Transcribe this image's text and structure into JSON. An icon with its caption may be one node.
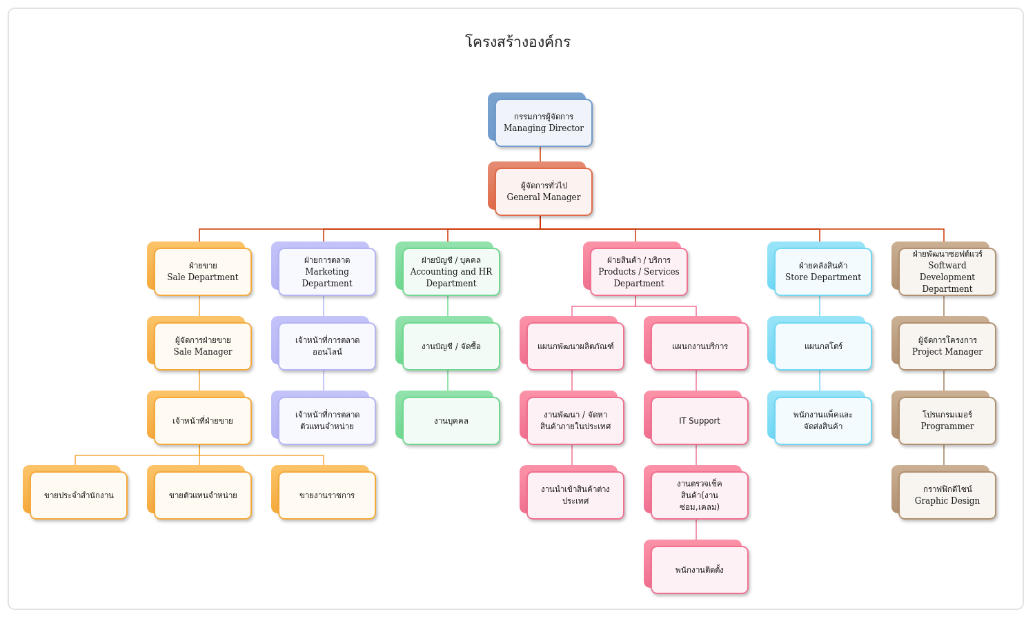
{
  "diagram": {
    "title": "โครงสร้างองค์กร",
    "nodes": [
      {
        "text": [
          "กรรมการผู้จัดการ",
          "Managing Director"
        ]
      },
      {
        "text": [
          "ผู้จัดการทั่วไป",
          "General Manager"
        ]
      },
      {
        "text": [
          "ฝ่ายขาย",
          "Sale Department"
        ]
      },
      {
        "text": [
          "ฝ่ายการตลาด",
          "Marketing Department"
        ]
      },
      {
        "text": [
          "ฝ่ายบัญชี / บุคคล",
          "Accounting and HR Department"
        ]
      },
      {
        "text": [
          "ฝ่ายสินค้า / บริการ",
          "Products / Services Department"
        ]
      },
      {
        "text": [
          "ฝ่ายคลังสินค้า",
          "Store Department"
        ]
      },
      {
        "text": [
          "ฝ่ายพัฒนาซอฟต์แวร์",
          "Softward Development Department"
        ]
      },
      {
        "text": [
          "ผู้จัดการฝ่ายขาย",
          "Sale Manager"
        ]
      },
      {
        "text": [
          "เจ้าหน้าที่การตลาดออนไลน์"
        ]
      },
      {
        "text": [
          "งานบัญชี / จัดซื้อ"
        ]
      },
      {
        "text": [
          "แผนกพัฒนาผลิตภัณฑ์"
        ]
      },
      {
        "text": [
          "แผนกงานบริการ"
        ]
      },
      {
        "text": [
          "แผนกสโตร์"
        ]
      },
      {
        "text": [
          "ผู้จัดการโครงการ",
          "Project Manager"
        ]
      },
      {
        "text": [
          "เจ้าหน้าที่ฝ่ายขาย"
        ]
      },
      {
        "text": [
          "เจ้าหน้าที่การตลาดตัวแทนจำหน่าย"
        ]
      },
      {
        "text": [
          "งานบุคคล"
        ]
      },
      {
        "text": [
          "งานพัฒนา / จัดหาสินค้าภายในประเทศ"
        ]
      },
      {
        "text": [
          "IT Support"
        ]
      },
      {
        "text": [
          "พนักงานแพ็คและจัดส่งสินค้า"
        ]
      },
      {
        "text": [
          "โปรแกรมเมอร์",
          "Programmer"
        ]
      },
      {
        "text": [
          "ขายประจำสำนักงาน"
        ]
      },
      {
        "text": [
          "ขายตัวแทนจำหน่าย"
        ]
      },
      {
        "text": [
          "ขายงานราชการ"
        ]
      },
      {
        "text": [
          "งานนำเข้าสินค้าต่างประเทศ"
        ]
      },
      {
        "text": [
          "งานตรวจเช็คสินค้า(งานซ่อม,เคลม)"
        ]
      },
      {
        "text": [
          "กราฟฟิกดีไซน์",
          "Graphic Design"
        ]
      },
      {
        "text": [
          "พนักงานติดตั้ง"
        ]
      }
    ],
    "edges": [
      {
        "from": 0,
        "to": 1,
        "arrow": "none",
        "color": "#cc3300"
      },
      {
        "from": 1,
        "to": 2,
        "arrow": "none",
        "color": "#cc3300"
      },
      {
        "from": 1,
        "to": 3,
        "arrow": "none",
        "color": "#cc3300"
      },
      {
        "from": 1,
        "to": 4,
        "arrow": "none",
        "color": "#cc3300"
      },
      {
        "from": 1,
        "to": 5,
        "arrow": "none",
        "color": "#cc3300"
      },
      {
        "from": 1,
        "to": 6,
        "arrow": "none",
        "color": "#cc3300"
      },
      {
        "from": 1,
        "to": 7,
        "arrow": "none",
        "color": "#cc3300"
      },
      {
        "from": 2,
        "to": 8,
        "arrow": "none",
        "color": "#f5a93a"
      },
      {
        "from": 3,
        "to": 9,
        "arrow": "none",
        "color": "#b4b4f5"
      },
      {
        "from": 4,
        "to": 10,
        "arrow": "none",
        "color": "#6fd890"
      },
      {
        "from": 5,
        "to": 11,
        "arrow": "none",
        "color": "#f07090"
      },
      {
        "from": 5,
        "to": 12,
        "arrow": "none",
        "color": "#f07090"
      },
      {
        "from": 6,
        "to": 13,
        "arrow": "none",
        "color": "#70d8f5"
      },
      {
        "from": 7,
        "to": 14,
        "arrow": "none",
        "color": "#a08060"
      },
      {
        "from": 8,
        "to": 15,
        "arrow": "none",
        "color": "#f5a93a"
      },
      {
        "from": 9,
        "to": 16,
        "arrow": "none",
        "color": "#b4b4f5"
      },
      {
        "from": 10,
        "to": 17,
        "arrow": "none",
        "color": "#6fd890"
      },
      {
        "from": 11,
        "to": 18,
        "arrow": "none",
        "color": "#f07090"
      },
      {
        "from": 12,
        "to": 19,
        "arrow": "none",
        "color": "#f07090"
      },
      {
        "from": 13,
        "to": 20,
        "arrow": "none",
        "color": "#70d8f5"
      },
      {
        "from": 14,
        "to": 21,
        "arrow": "none",
        "color": "#a08060"
      },
      {
        "from": 15,
        "to": 22,
        "arrow": "none",
        "color": "#f5a93a"
      },
      {
        "from": 15,
        "to": 23,
        "arrow": "none",
        "color": "#f5a93a"
      },
      {
        "from": 15,
        "to": 24,
        "arrow": "none",
        "color": "#f5a93a"
      },
      {
        "from": 18,
        "to": 25,
        "arrow": "none",
        "color": "#f07090"
      },
      {
        "from": 19,
        "to": 26,
        "arrow": "none",
        "color": "#f07090"
      },
      {
        "from": 21,
        "to": 27,
        "arrow": "none",
        "color": "#a08060"
      },
      {
        "from": 26,
        "to": 28,
        "arrow": "none",
        "color": "#f07090"
      }
    ]
  }
}
